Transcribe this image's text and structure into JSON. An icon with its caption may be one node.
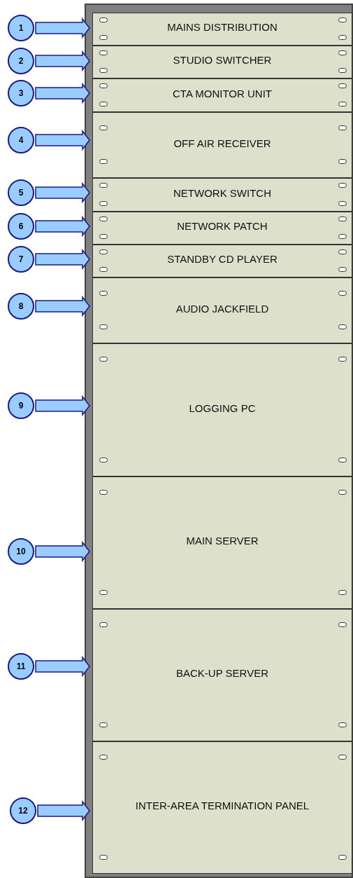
{
  "diagram": {
    "nodes": [
      {
        "text": [],
        "shape": "box"
      },
      {
        "text": [
          "MAINS DISTRIBUTION"
        ],
        "in": 0
      },
      {
        "text": [
          "STUDIO SWITCHER"
        ],
        "in": 0
      },
      {
        "text": [
          "CTA MONITOR UNIT"
        ],
        "in": 0
      },
      {
        "text": [
          "OFF AIR RECEIVER"
        ],
        "in": 0
      },
      {
        "text": [
          "NETWORK SWITCH"
        ],
        "in": 0
      },
      {
        "text": [
          "NETWORK PATCH"
        ],
        "in": 0
      },
      {
        "text": [
          "STANDBY CD PLAYER"
        ],
        "in": 0
      },
      {
        "text": [
          "AUDIO JACKFIELD"
        ],
        "in": 0
      },
      {
        "text": [
          "LOGGING PC"
        ],
        "in": 0
      },
      {
        "text": [
          "MAIN SERVER"
        ],
        "in": 0
      },
      {
        "text": [
          "BACK-UP SERVER"
        ],
        "in": 0
      },
      {
        "text": [
          "INTER-AREA TERMINATION PANEL"
        ],
        "in": 0
      },
      {
        "text": [
          "1"
        ]
      },
      {
        "text": [
          "2"
        ]
      },
      {
        "text": [
          "3"
        ]
      },
      {
        "text": [
          "4"
        ]
      },
      {
        "text": [
          "5"
        ]
      },
      {
        "text": [
          "6"
        ]
      },
      {
        "text": [
          "7"
        ]
      },
      {
        "text": [
          "8"
        ]
      },
      {
        "text": [
          "9"
        ]
      },
      {
        "text": [
          "10"
        ]
      },
      {
        "text": [
          "11"
        ]
      },
      {
        "text": [
          "12"
        ]
      }
    ],
    "edges": [
      {
        "from": 13,
        "to": 1,
        "arrow": "to"
      },
      {
        "from": 14,
        "to": 2,
        "arrow": "to"
      },
      {
        "from": 15,
        "to": 3,
        "arrow": "to"
      },
      {
        "from": 16,
        "to": 4,
        "arrow": "to"
      },
      {
        "from": 17,
        "to": 5,
        "arrow": "to"
      },
      {
        "from": 18,
        "to": 6,
        "arrow": "to"
      },
      {
        "from": 19,
        "to": 7,
        "arrow": "to"
      },
      {
        "from": 20,
        "to": 8,
        "arrow": "to"
      },
      {
        "from": 21,
        "to": 9,
        "arrow": "to"
      },
      {
        "from": 22,
        "to": 10,
        "arrow": "to"
      },
      {
        "from": 23,
        "to": 11,
        "arrow": "to"
      },
      {
        "from": 24,
        "to": 12,
        "arrow": "to"
      }
    ]
  }
}
